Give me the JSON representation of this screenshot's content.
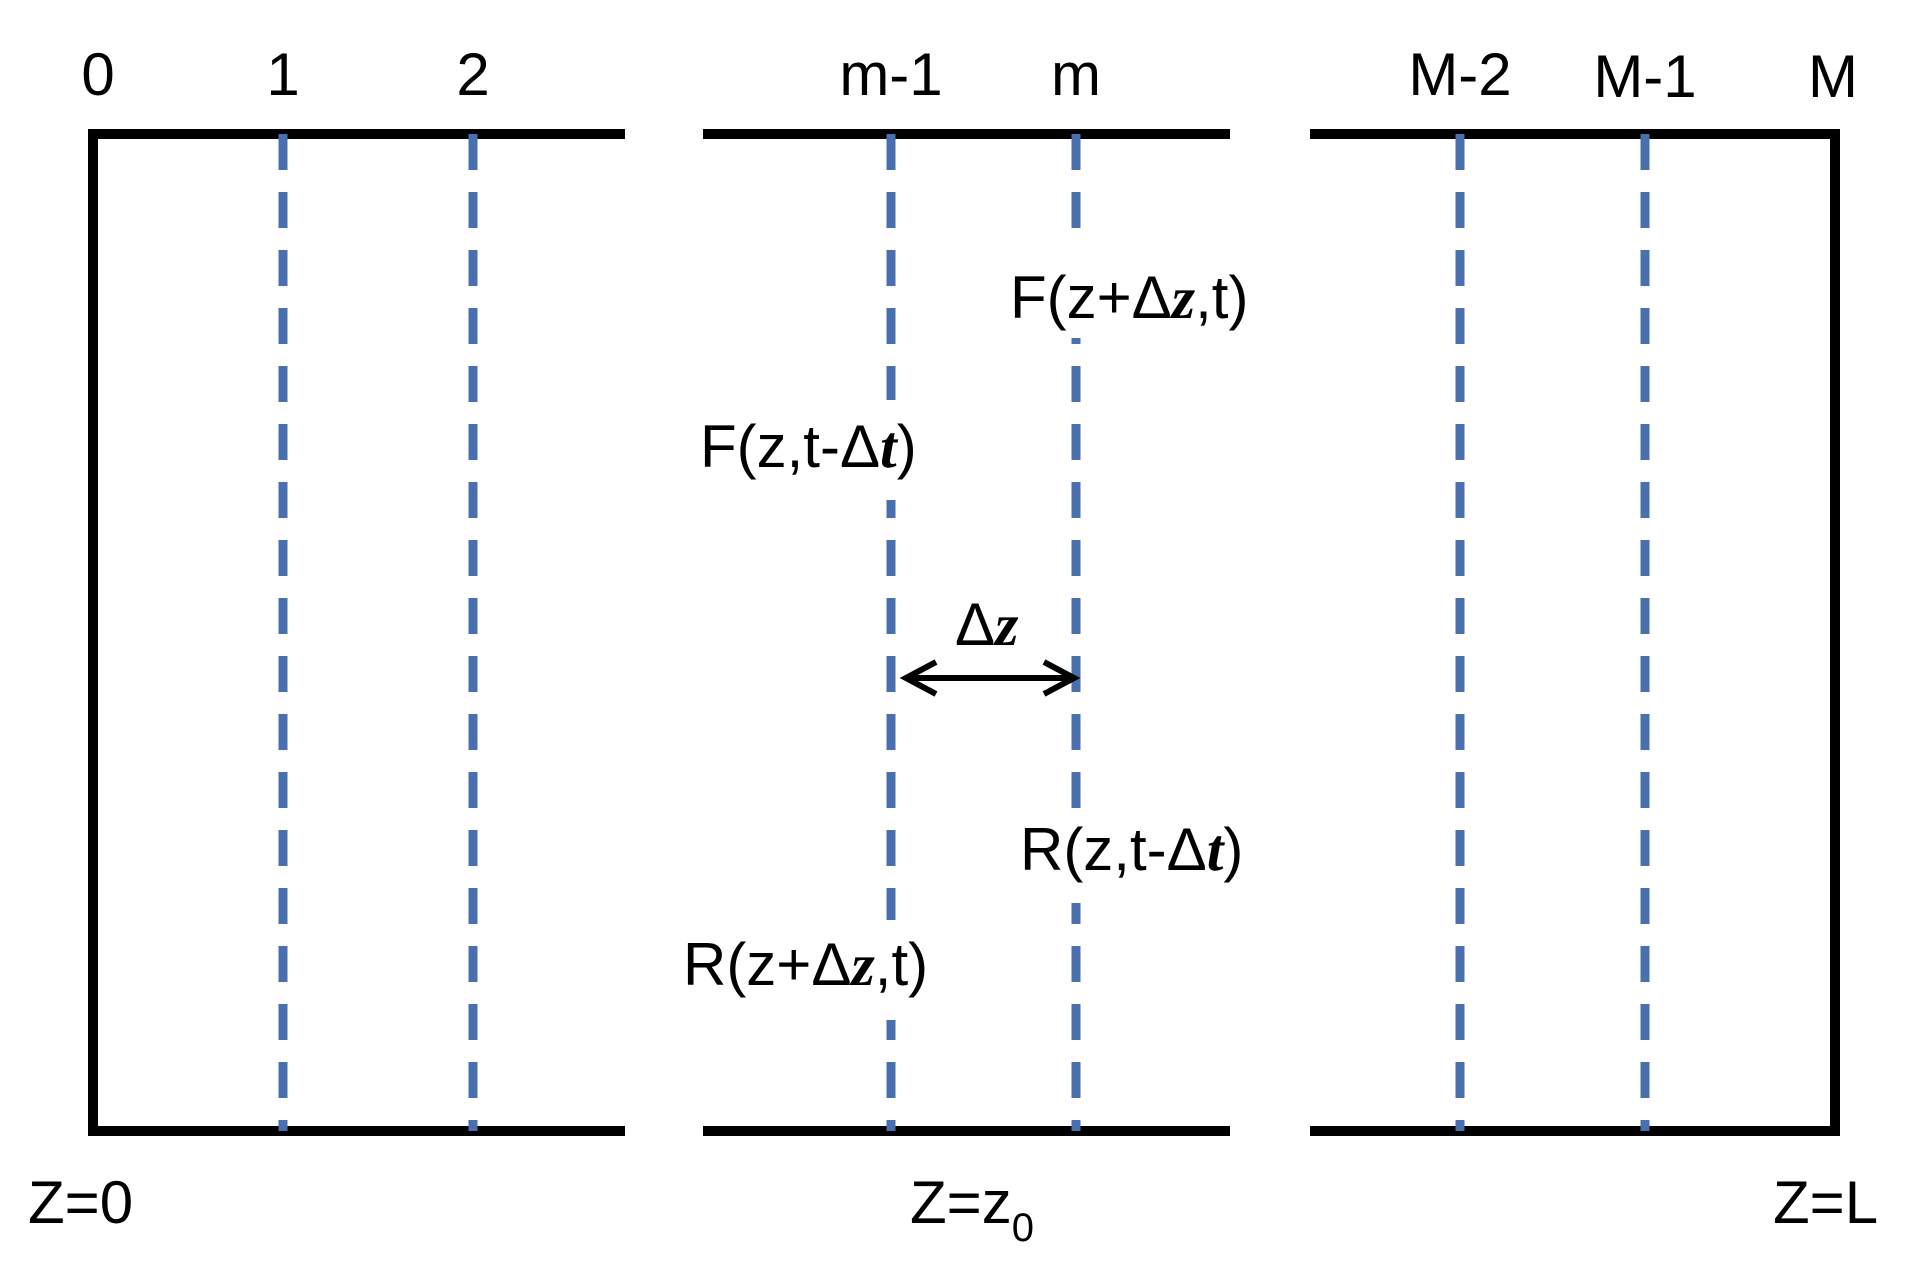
{
  "grid_labels": {
    "n0": "0",
    "n1": "1",
    "n2": "2",
    "m_minus_1": "m-1",
    "m": "m",
    "M_minus_2": "M-2",
    "M_minus_1": "M-1",
    "M": "M"
  },
  "fields": {
    "forward_next": {
      "prefix": "F(z+",
      "delta": "Δ",
      "var": "z",
      "suffix": ",t)"
    },
    "forward_prev": {
      "prefix": "F(z,t-",
      "delta": "Δ",
      "var": "t",
      "suffix": ")"
    },
    "reverse_prev": {
      "prefix": "R(z,t-",
      "delta": "Δ",
      "var": "t",
      "suffix": ")"
    },
    "reverse_next": {
      "prefix": "R(z+",
      "delta": "Δ",
      "var": "z",
      "suffix": ",t)"
    }
  },
  "spacing": {
    "delta": "Δ",
    "var": "z"
  },
  "boundaries": {
    "left": "Z=0",
    "middle_main": "Z=z",
    "middle_sub": "0",
    "right": "Z=L"
  },
  "colors": {
    "wall": "#000000",
    "grid_line": "#4a6fae"
  }
}
